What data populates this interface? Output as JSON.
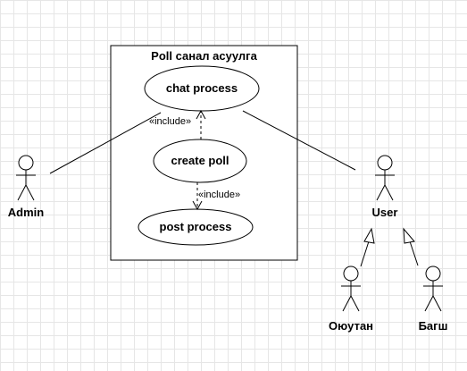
{
  "system": {
    "title": "Poll санал асуулга"
  },
  "use_cases": {
    "chat_process": "chat process",
    "create_poll": "create poll",
    "post_process": "post process"
  },
  "actors": {
    "admin": "Admin",
    "user": "User",
    "student": "Оюутан",
    "teacher": "Багш"
  },
  "relations": {
    "include_1": "«include»",
    "include_2": "«include»"
  }
}
